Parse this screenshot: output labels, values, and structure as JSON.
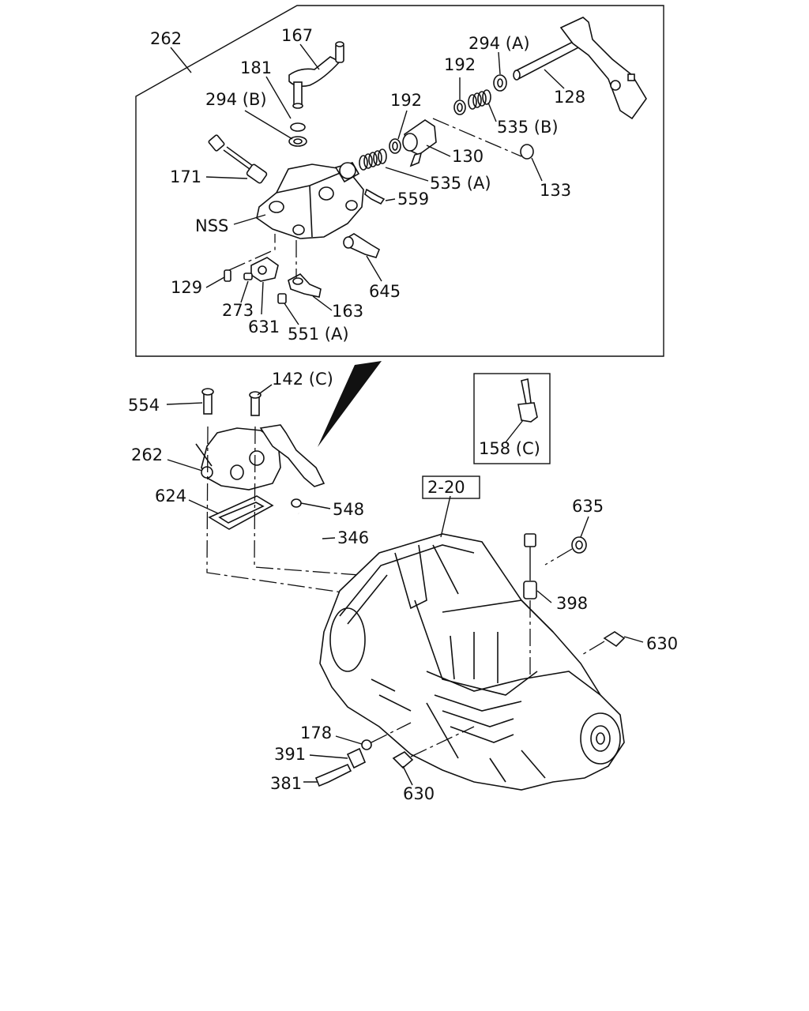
{
  "labels": {
    "l262a": "262",
    "l167": "167",
    "l181": "181",
    "l294b": "294 (B)",
    "l294a": "294 (A)",
    "l192a": "192",
    "l192b": "192",
    "l128": "128",
    "l535b": "535 (B)",
    "l130": "130",
    "l535a": "535 (A)",
    "l133": "133",
    "l171": "171",
    "l559": "559",
    "lnss": "NSS",
    "l645": "645",
    "l129": "129",
    "l273": "273",
    "l631": "631",
    "l163": "163",
    "l551a": "551 (A)",
    "l142c": "142 (C)",
    "l554": "554",
    "l262b": "262",
    "l624": "624",
    "l548": "548",
    "l346": "346",
    "l158c": "158 (C)",
    "l220": "2-20",
    "l635": "635",
    "l398": "398",
    "l630a": "630",
    "l178": "178",
    "l391": "391",
    "l381": "381",
    "l630b": "630"
  }
}
